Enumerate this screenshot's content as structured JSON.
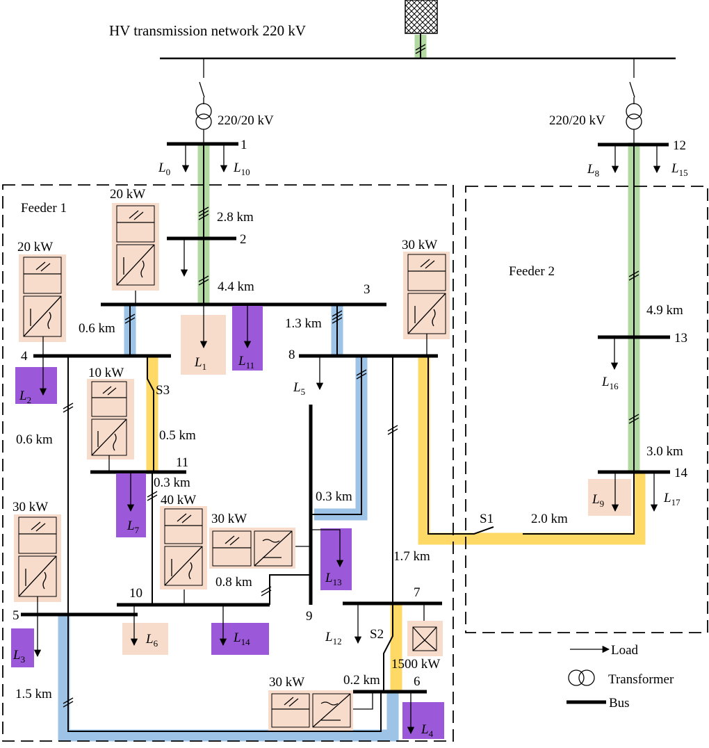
{
  "title": "HV transmission network 220 kV",
  "transformers": [
    {
      "id": "t1",
      "label": "220/20 kV"
    },
    {
      "id": "t2",
      "label": "220/20 kV"
    }
  ],
  "feeders": {
    "feeder1": "Feeder 1",
    "feeder2": "Feeder 2"
  },
  "buses": [
    "1",
    "2",
    "3",
    "4",
    "5",
    "6",
    "7",
    "8",
    "9",
    "10",
    "11",
    "12",
    "13",
    "14"
  ],
  "line_lengths": {
    "l12": "2.8 km",
    "l23": "4.4 km",
    "l34": "0.6 km",
    "l38": "1.3 km",
    "l45": "0.6 km",
    "l411": "0.5 km",
    "l1110": "0.3 km",
    "l98": "0.3 km",
    "l109": "0.8 km",
    "l87": "1.7 km",
    "l76": "0.2 km",
    "l56": "1.5 km",
    "l1213": "4.9 km",
    "l1314": "3.0 km",
    "l14s1": "2.0 km"
  },
  "switches": {
    "s1": "S1",
    "s2": "S2",
    "s3": "S3"
  },
  "pv_ratings": {
    "pv_bus2": "20 kW",
    "pv_bus4": "20 kW",
    "pv_bus8": "30 kW",
    "pv_bus11": "10 kW",
    "pv_bus5": "30 kW",
    "pv_bus10": "40 kW",
    "pv_bus9": "30 kW",
    "pv_bus6": "30 kW"
  },
  "wind_rating": "1500 kW",
  "loads": {
    "L0": {
      "main": "L",
      "sub": "0"
    },
    "L1": {
      "main": "L",
      "sub": "1"
    },
    "L2": {
      "main": "L",
      "sub": "2"
    },
    "L3": {
      "main": "L",
      "sub": "3"
    },
    "L4": {
      "main": "L",
      "sub": "4"
    },
    "L5": {
      "main": "L",
      "sub": "5"
    },
    "L6": {
      "main": "L",
      "sub": "6"
    },
    "L7": {
      "main": "L",
      "sub": "7"
    },
    "L8": {
      "main": "L",
      "sub": "8"
    },
    "L9": {
      "main": "L",
      "sub": "9"
    },
    "L10": {
      "main": "L",
      "sub": "10"
    },
    "L11": {
      "main": "L",
      "sub": "11"
    },
    "L12": {
      "main": "L",
      "sub": "12"
    },
    "L13": {
      "main": "L",
      "sub": "13"
    },
    "L14": {
      "main": "L",
      "sub": "14"
    },
    "L15": {
      "main": "L",
      "sub": "15"
    },
    "L16": {
      "main": "L",
      "sub": "16"
    },
    "L17": {
      "main": "L",
      "sub": "17"
    }
  },
  "legend": {
    "load": "Load",
    "transformer": "Transformer",
    "bus": "Bus"
  },
  "colors": {
    "pv_box": "#f8dccb",
    "load_purple": "#9b59d9",
    "path_green": "#b3d9a3",
    "path_blue": "#9dc3e6",
    "path_yellow": "#ffd966"
  }
}
